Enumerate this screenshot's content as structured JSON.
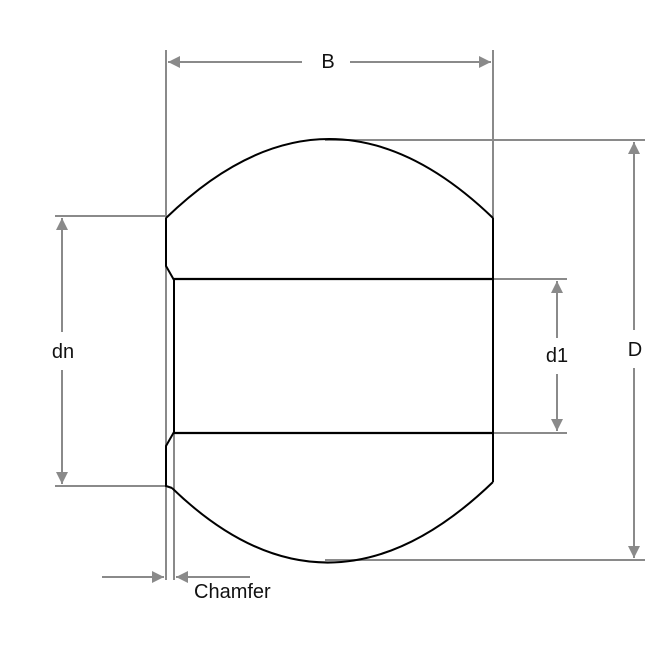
{
  "labels": {
    "width": "B",
    "outer_diameter": "D",
    "bore_diameter": "d1",
    "end_diameter": "dn",
    "chamfer": "Chamfer"
  },
  "colors": {
    "outline": "#000000",
    "dimension": "#8a8a8a",
    "text": "#111111",
    "background": "#ffffff"
  }
}
